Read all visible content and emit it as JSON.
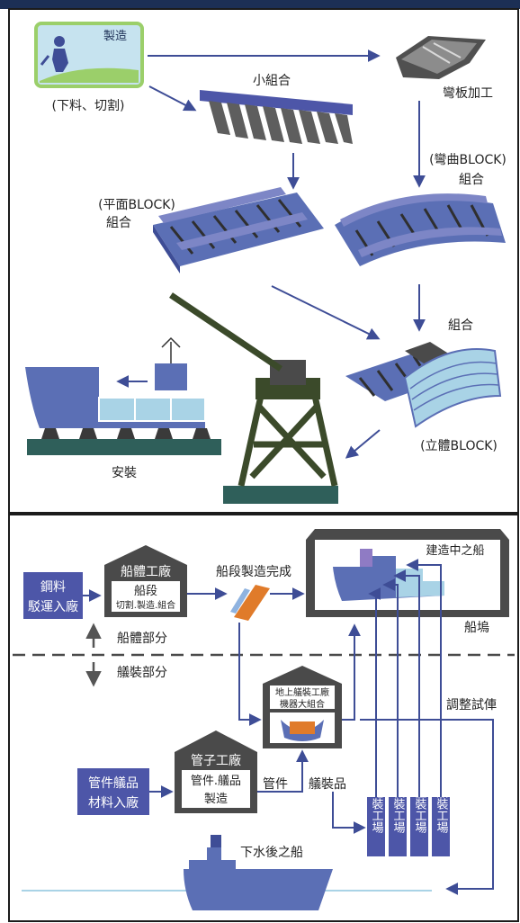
{
  "colors": {
    "header_bar": "#1c2f55",
    "arrow": "#3e4d96",
    "steel_blue": "#5b6fb5",
    "dark_gray": "#4a4a4a",
    "light_gray": "#c8ccd4",
    "sky_light": "#a9d3e6",
    "ground": "#2f5f5a",
    "crane": "#3b4a2a",
    "label_box": "#4d56a8",
    "pipe_box": "#4d56a8",
    "green_card": "#9bcf6a",
    "card_bg": "#d7ecf6"
  },
  "top": {
    "card_label": "製造",
    "cut_label": "(下料、切割)",
    "small_assembly": "小組合",
    "bending": "彎板加工",
    "curved_block_1": "(彎曲BLOCK)",
    "curved_block_2": "組合",
    "flat_block_1": "(平面BLOCK)",
    "flat_block_2": "組合",
    "assemble": "組合",
    "solid_block": "(立體BLOCK)",
    "install": "安裝"
  },
  "bottom": {
    "steel_1": "鋼料",
    "steel_2": "駁運入廠",
    "hull_factory_title": "船體工廠",
    "hull_factory_sub": "船段",
    "hull_factory_detail": "切割.製造.組合",
    "segment_done": "船段製造完成",
    "ship_building": "建造中之船",
    "dock": "船塢",
    "hull_part": "船體部分",
    "outfit_part": "艤裝部分",
    "ground_outfit_1": "地上艤裝工廠",
    "ground_outfit_2": "機器大組合",
    "adjust": "調整試俥",
    "pipe_material_1": "管件艤品",
    "pipe_material_2": "材料入廠",
    "pipe_factory_title": "管子工廠",
    "pipe_factory_sub": "管件.艤品",
    "pipe_factory_sub2": "製造",
    "pipe": "管件",
    "outfit_goods": "艤裝品",
    "shop_1": "電裝工場",
    "shop_2": "機裝工場",
    "shop_3": "室裝工場",
    "shop_4": "船裝工場",
    "launched": "下水後之船"
  }
}
